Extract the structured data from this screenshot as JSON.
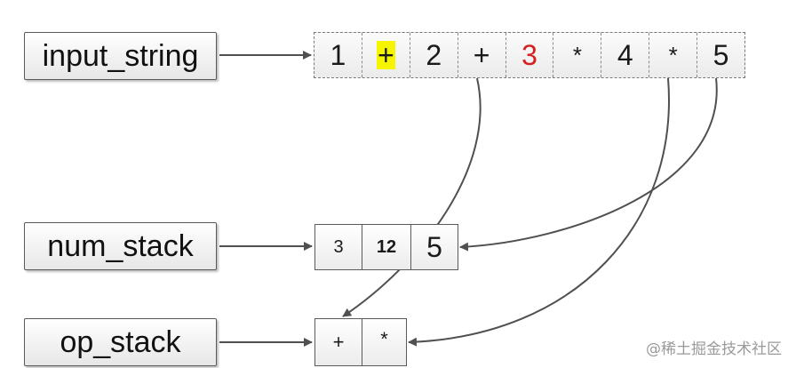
{
  "labels": {
    "input": "input_string",
    "num": "num_stack",
    "op": "op_stack"
  },
  "input_tokens": [
    "1",
    "+",
    "2",
    "+",
    "3",
    "*",
    "4",
    "*",
    "5"
  ],
  "num_stack": [
    "3",
    "12",
    "5"
  ],
  "op_stack": [
    "+",
    "*"
  ],
  "watermark": "@稀土掘金技术社区",
  "colors": {
    "highlight_bg": "#f5f500",
    "highlight_token_text": "#d42020",
    "arrow": "#505050"
  }
}
